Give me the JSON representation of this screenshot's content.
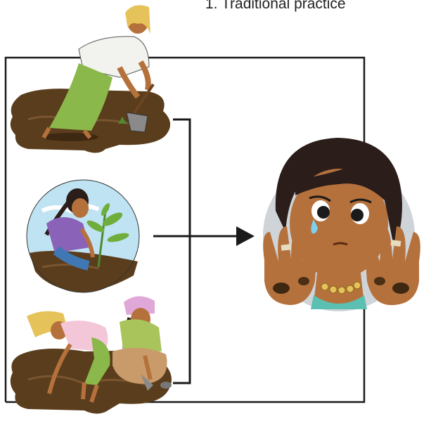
{
  "diagram": {
    "caption": "1. Traditional practice",
    "nodes": [
      {
        "id": "farmer-digging",
        "label": ""
      },
      {
        "id": "girl-planting",
        "label": ""
      },
      {
        "id": "women-weeding",
        "label": ""
      },
      {
        "id": "upset-girl-dirty-hands",
        "label": ""
      }
    ],
    "edges": [
      {
        "from": "farmer-digging",
        "to": "upset-girl-dirty-hands"
      },
      {
        "from": "girl-planting",
        "to": "upset-girl-dirty-hands"
      },
      {
        "from": "women-weeding",
        "to": "upset-girl-dirty-hands"
      }
    ],
    "colors": {
      "line": "#1a1a1a",
      "soil": "#5a3d1c",
      "sky": "#bfe3f2",
      "skin": "#b5713c",
      "hair": "#2a1d1a",
      "skirt_green": "#8ab84a",
      "top_purple": "#8a63b8",
      "scarf_pink": "#e0a8d8",
      "scarf_yellow": "#e6c35a"
    }
  }
}
